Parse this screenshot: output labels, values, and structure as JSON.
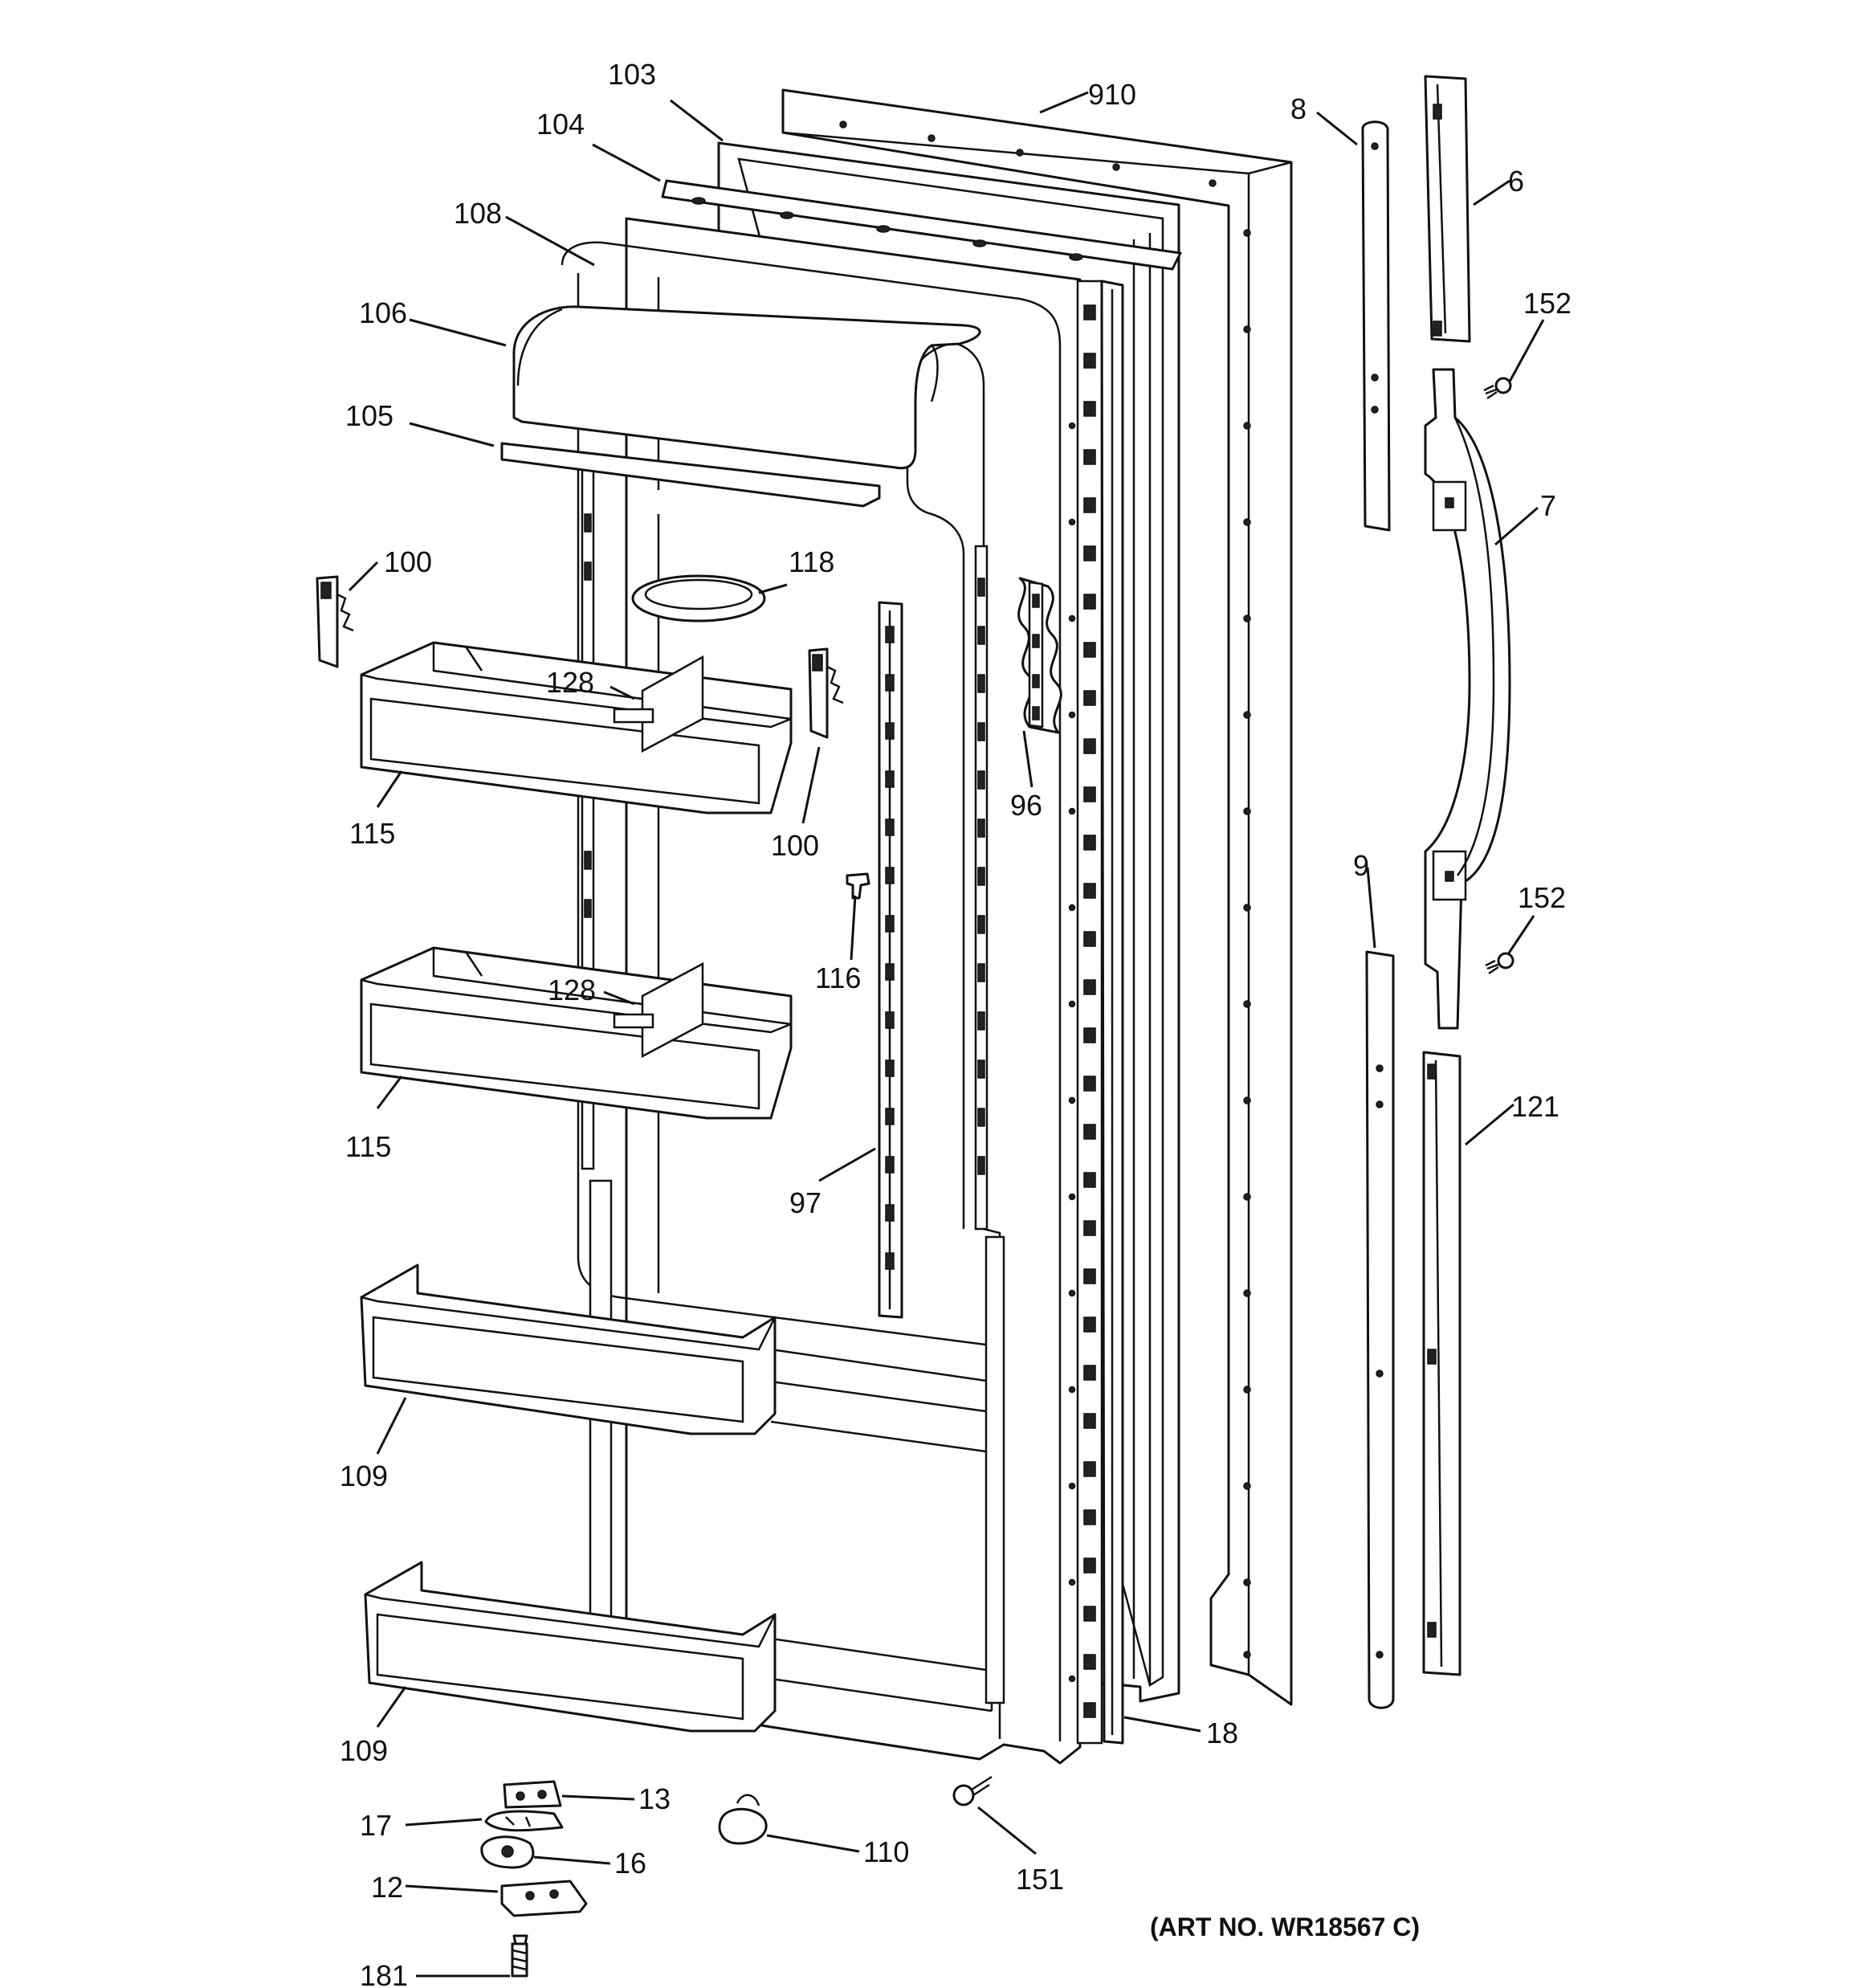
{
  "callouts": [
    {
      "id": "c910",
      "label": "910"
    },
    {
      "id": "c103",
      "label": "103"
    },
    {
      "id": "c104",
      "label": "104"
    },
    {
      "id": "c108",
      "label": "108"
    },
    {
      "id": "c106",
      "label": "106"
    },
    {
      "id": "c105",
      "label": "105"
    },
    {
      "id": "c100a",
      "label": "100"
    },
    {
      "id": "c118",
      "label": "118"
    },
    {
      "id": "c128a",
      "label": "128"
    },
    {
      "id": "c115a",
      "label": "115"
    },
    {
      "id": "c100b",
      "label": "100"
    },
    {
      "id": "c96",
      "label": "96"
    },
    {
      "id": "c116",
      "label": "116"
    },
    {
      "id": "c128b",
      "label": "128"
    },
    {
      "id": "c115b",
      "label": "115"
    },
    {
      "id": "c97",
      "label": "97"
    },
    {
      "id": "c109a",
      "label": "109"
    },
    {
      "id": "c109b",
      "label": "109"
    },
    {
      "id": "c8",
      "label": "8"
    },
    {
      "id": "c6",
      "label": "6"
    },
    {
      "id": "c152a",
      "label": "152"
    },
    {
      "id": "c7",
      "label": "7"
    },
    {
      "id": "c9",
      "label": "9"
    },
    {
      "id": "c152b",
      "label": "152"
    },
    {
      "id": "c121",
      "label": "121"
    },
    {
      "id": "c18",
      "label": "18"
    },
    {
      "id": "c13",
      "label": "13"
    },
    {
      "id": "c17",
      "label": "17"
    },
    {
      "id": "c16",
      "label": "16"
    },
    {
      "id": "c12",
      "label": "12"
    },
    {
      "id": "c181",
      "label": "181"
    },
    {
      "id": "c110",
      "label": "110"
    },
    {
      "id": "c151",
      "label": "151"
    }
  ],
  "art_number": "(ART NO. WR18567 C)"
}
